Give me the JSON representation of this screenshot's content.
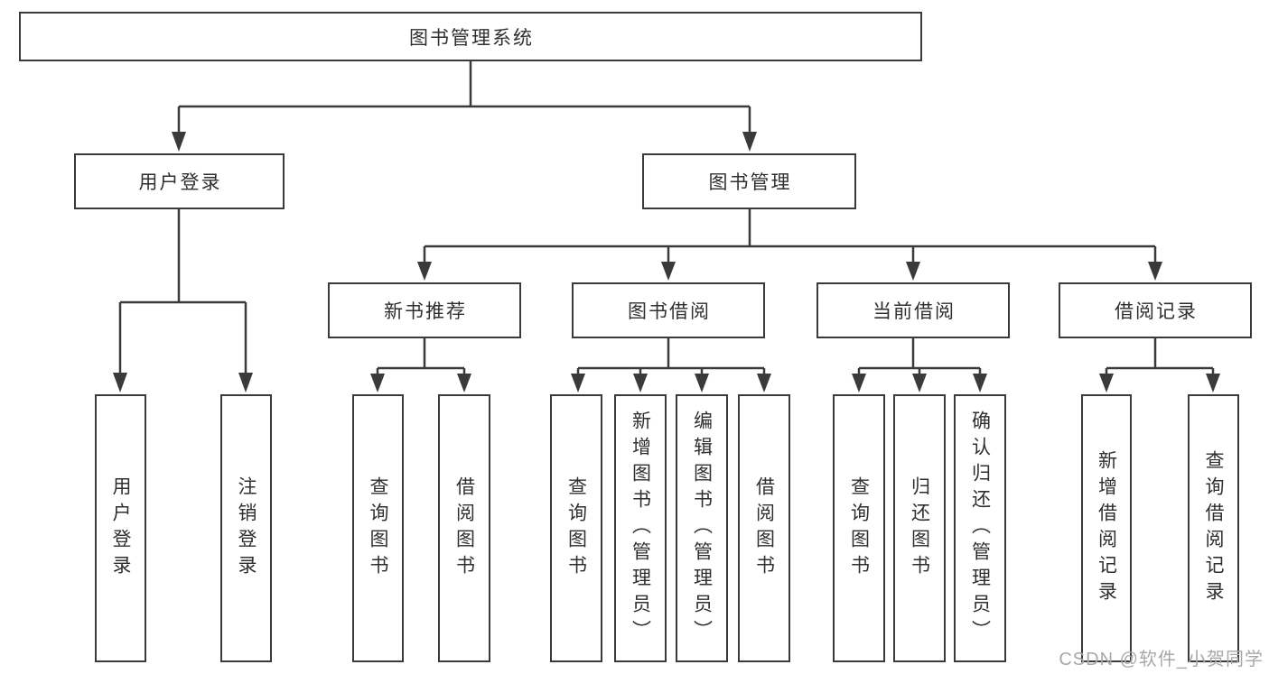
{
  "tree": {
    "root": {
      "label": "图书管理系统"
    },
    "branches": [
      {
        "label": "用户登录",
        "children": [
          {
            "label": "用户登录"
          },
          {
            "label": "注销登录"
          }
        ]
      },
      {
        "label": "图书管理",
        "children": [
          {
            "label": "新书推荐",
            "children": [
              {
                "label": "查询图书"
              },
              {
                "label": "借阅图书"
              }
            ]
          },
          {
            "label": "图书借阅",
            "children": [
              {
                "label": "查询图书"
              },
              {
                "label": "新增图书（管理员）"
              },
              {
                "label": "编辑图书（管理员）"
              },
              {
                "label": "借阅图书"
              }
            ]
          },
          {
            "label": "当前借阅",
            "children": [
              {
                "label": "查询图书"
              },
              {
                "label": "归还图书"
              },
              {
                "label": "确认归还（管理员）"
              }
            ]
          },
          {
            "label": "借阅记录",
            "children": [
              {
                "label": "新增借阅记录"
              },
              {
                "label": "查询借阅记录"
              }
            ]
          }
        ]
      }
    ]
  },
  "watermark": {
    "text": "CSDN @软件_小贺同学"
  },
  "colors": {
    "line": "#3a3a3a",
    "box_background": "#ffffff",
    "text": "#2f2f2f",
    "watermark": "#a8a8a8"
  }
}
